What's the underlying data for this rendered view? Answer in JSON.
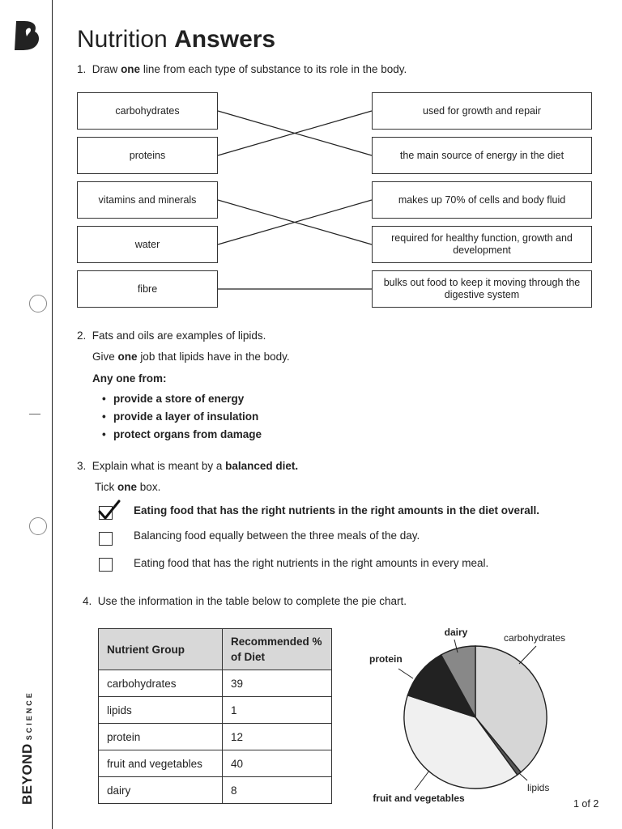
{
  "title": {
    "light": "Nutrition",
    "bold": "Answers"
  },
  "q1": {
    "num": "1.",
    "text_a": "Draw",
    "text_b": "one",
    "text_c": "line from each type of substance to its role in the body.",
    "left": [
      "carbohydrates",
      "proteins",
      "vitamins and minerals",
      "water",
      "fibre"
    ],
    "right": [
      "used for growth and repair",
      "the main source of energy in the diet",
      "makes up 70% of cells and body fluid",
      "required for healthy function, growth and development",
      "bulks out food to keep it moving through the digestive system"
    ],
    "matches": [
      1,
      0,
      3,
      2,
      4
    ]
  },
  "q2": {
    "num": "2.",
    "line1": "Fats and oils are examples of lipids.",
    "line2_a": "Give",
    "line2_b": "one",
    "line2_c": "job that lipids have in the body.",
    "answer_header": "Any one from:",
    "answers": [
      "provide a store of energy",
      "provide a layer of insulation",
      "protect organs from damage"
    ]
  },
  "q3": {
    "num": "3.",
    "line1_a": "Explain what is meant by a",
    "line1_b": "balanced diet.",
    "line2_a": "Tick",
    "line2_b": "one",
    "line2_c": "box.",
    "options": [
      {
        "text": "Eating food that has the right nutrients in the right amounts in the diet overall.",
        "checked": true
      },
      {
        "text": "Balancing food equally between the three meals of the day.",
        "checked": false
      },
      {
        "text": "Eating food that has the right nutrients in the right amounts in every meal.",
        "checked": false
      }
    ]
  },
  "q4": {
    "num": "4.",
    "text": "Use the information in the table below to complete the pie chart.",
    "table": {
      "headers": [
        "Nutrient Group",
        "Recommended % of Diet"
      ],
      "rows": [
        [
          "carbohydrates",
          "39"
        ],
        [
          "lipids",
          "1"
        ],
        [
          "protein",
          "12"
        ],
        [
          "fruit and vegetables",
          "40"
        ],
        [
          "dairy",
          "8"
        ]
      ]
    }
  },
  "chart_data": {
    "type": "pie",
    "categories": [
      "carbohydrates",
      "lipids",
      "fruit and vegetables",
      "protein",
      "dairy"
    ],
    "values": [
      39,
      1,
      40,
      12,
      8
    ],
    "colors": [
      "#d6d6d6",
      "#555555",
      "#f0f0f0",
      "#222222",
      "#888888"
    ],
    "bold_labels": [
      false,
      false,
      true,
      true,
      true
    ]
  },
  "brand": {
    "a": "BEYOND",
    "b": "SCIENCE"
  },
  "page_number": "1 of 2"
}
